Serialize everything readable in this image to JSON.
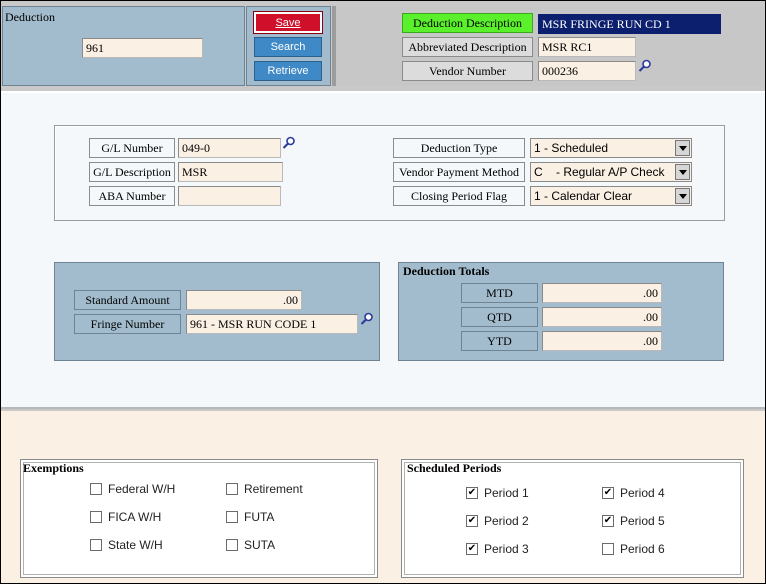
{
  "header": {
    "deduction_label": "Deduction",
    "deduction_value": "961",
    "buttons": {
      "save": "Save",
      "search": "Search",
      "retrieve": "Retrieve"
    },
    "desc_label": "Deduction Description",
    "desc_value": "MSR FRINGE RUN CD 1",
    "abbr_label": "Abbreviated Description",
    "abbr_value": "MSR RC1",
    "vendor_label": "Vendor Number",
    "vendor_value": "000236"
  },
  "gl": {
    "number_label": "G/L Number",
    "number_value": "049-0",
    "desc_label": "G/L Description",
    "desc_value": "MSR",
    "aba_label": "ABA Number",
    "aba_value": "",
    "type_label": "Deduction Type",
    "type_value": "1 - Scheduled",
    "payment_label": "Vendor Payment Method",
    "payment_value": "C    - Regular A/P Check",
    "closing_label": "Closing Period Flag",
    "closing_value": "1 - Calendar Clear"
  },
  "amounts": {
    "standard_label": "Standard Amount",
    "standard_value": ".00",
    "fringe_label": "Fringe Number",
    "fringe_value": "961 - MSR RUN CODE 1"
  },
  "totals": {
    "title": "Deduction Totals",
    "mtd_label": "MTD",
    "mtd_value": ".00",
    "qtd_label": "QTD",
    "qtd_value": ".00",
    "ytd_label": "YTD",
    "ytd_value": ".00"
  },
  "exemptions": {
    "title": "Exemptions",
    "items": [
      "Federal W/H",
      "Retirement",
      "FICA W/H",
      "FUTA",
      "State W/H",
      "SUTA"
    ],
    "checked": [
      false,
      false,
      false,
      false,
      false,
      false
    ]
  },
  "periods": {
    "title": "Scheduled Periods",
    "items": [
      "Period 1",
      "Period 4",
      "Period 2",
      "Period 5",
      "Period 3",
      "Period 6"
    ],
    "checked": [
      true,
      true,
      true,
      true,
      true,
      false
    ]
  },
  "colors": {
    "panel_blue": "#a2bccd",
    "save_red": "#d0102a",
    "button_blue": "#3f89c6",
    "highlight_green": "#5af02c",
    "selected_navy": "#0b1f6e"
  }
}
